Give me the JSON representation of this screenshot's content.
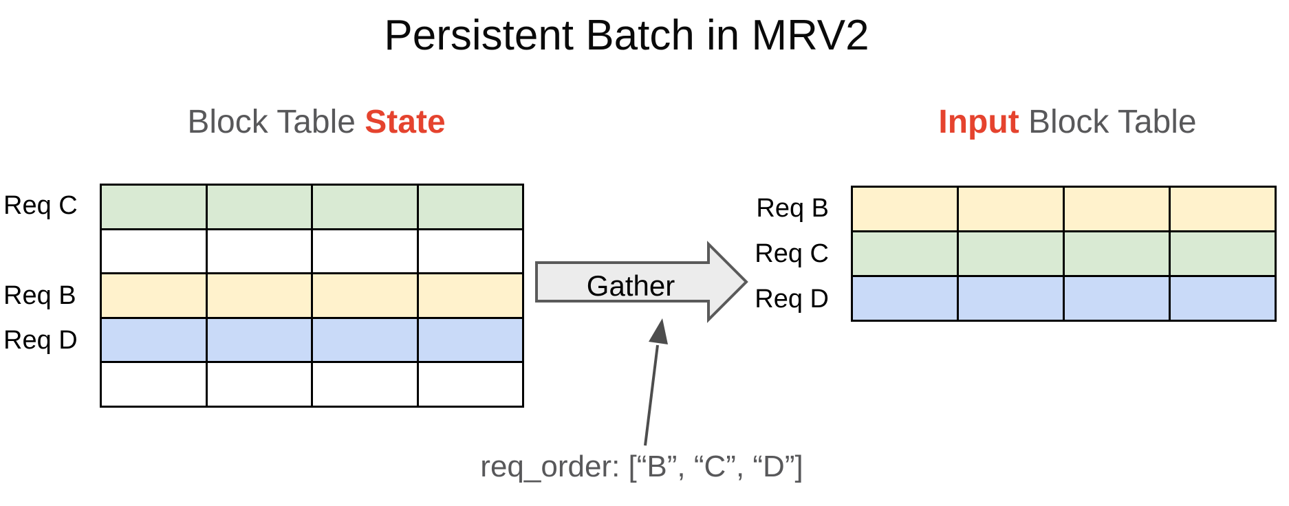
{
  "title": "Persistent Batch in MRV2",
  "left_table": {
    "heading_prefix": "Block Table ",
    "heading_highlight": "State",
    "columns": 4,
    "rows": [
      {
        "label": "Req C",
        "color": "#d9ead3"
      },
      {
        "label": "",
        "color": "#ffffff"
      },
      {
        "label": "Req B",
        "color": "#fff2cc"
      },
      {
        "label": "Req D",
        "color": "#c9daf8"
      },
      {
        "label": "",
        "color": "#ffffff"
      }
    ]
  },
  "right_table": {
    "heading_highlight": "Input",
    "heading_suffix": " Block Table",
    "columns": 4,
    "rows": [
      {
        "label": "Req B",
        "color": "#fff2cc"
      },
      {
        "label": "Req C",
        "color": "#d9ead3"
      },
      {
        "label": "Req D",
        "color": "#c9daf8"
      }
    ]
  },
  "gather_arrow": {
    "label": "Gather"
  },
  "annotation": {
    "text": "req_order: [“B”, “C”, “D”]"
  },
  "palette": {
    "highlight_red": "#e5432e",
    "heading_gray": "#58585a",
    "row_green": "#d9ead3",
    "row_yellow": "#fff2cc",
    "row_blue": "#c9daf8",
    "table_border": "#000000",
    "arrow_fill": "#ececec",
    "arrow_border": "#5a5a5a",
    "annotation_gray": "#4d4d4d"
  }
}
